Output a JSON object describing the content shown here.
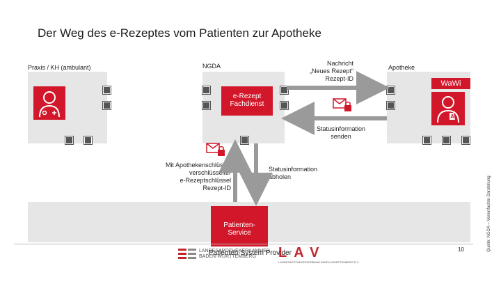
{
  "title": "Der Weg des e-Rezeptes vom Patienten zur Apotheke",
  "labels": {
    "praxis": "Praxis / KH (ambulant)",
    "ngda": "NGDA",
    "nachricht": [
      "Nachricht",
      "„Neues Rezept“",
      "Rezept-ID"
    ],
    "apotheke": "Apotheke",
    "wawi": "WaWi",
    "fachdienst": [
      "e-Rezept",
      "Fachdienst"
    ],
    "statusinfo_senden": [
      "Statusinformation",
      "senden"
    ],
    "verschluesselt": [
      "Mit Apothekenschlüssel",
      "verschlüsselter",
      "e-Rezeptschlüssel",
      "Rezept-ID"
    ],
    "statusinfo_abholen": [
      "Statusinformation",
      "abholen"
    ],
    "patienten_service": [
      "Patienten-",
      "Service"
    ],
    "psp": "Patienten-System Provider",
    "source": "Quelle: NGDA – Vereinfachte Darstellung",
    "page_number": "10"
  },
  "logos": {
    "lak": [
      "LANDESAPOTHEKERKAMMER",
      "BADEN-WÜRTTEMBERG"
    ],
    "lav": "LAV",
    "lav_sub": "LANDESAPOTHEKERVERBAND BADEN-WÜRTTEMBERG E.V."
  },
  "icons": {
    "doctor": "doctor-icon",
    "pharmacist": "pharmacist-icon",
    "envelope_lock": "envelope-lock-icon",
    "key": "key-icon"
  },
  "colors": {
    "accent_red": "#d3172a",
    "box_grey": "#e6e6e6",
    "port_grey": "#555555",
    "arrow_grey": "#9a9a9a"
  }
}
